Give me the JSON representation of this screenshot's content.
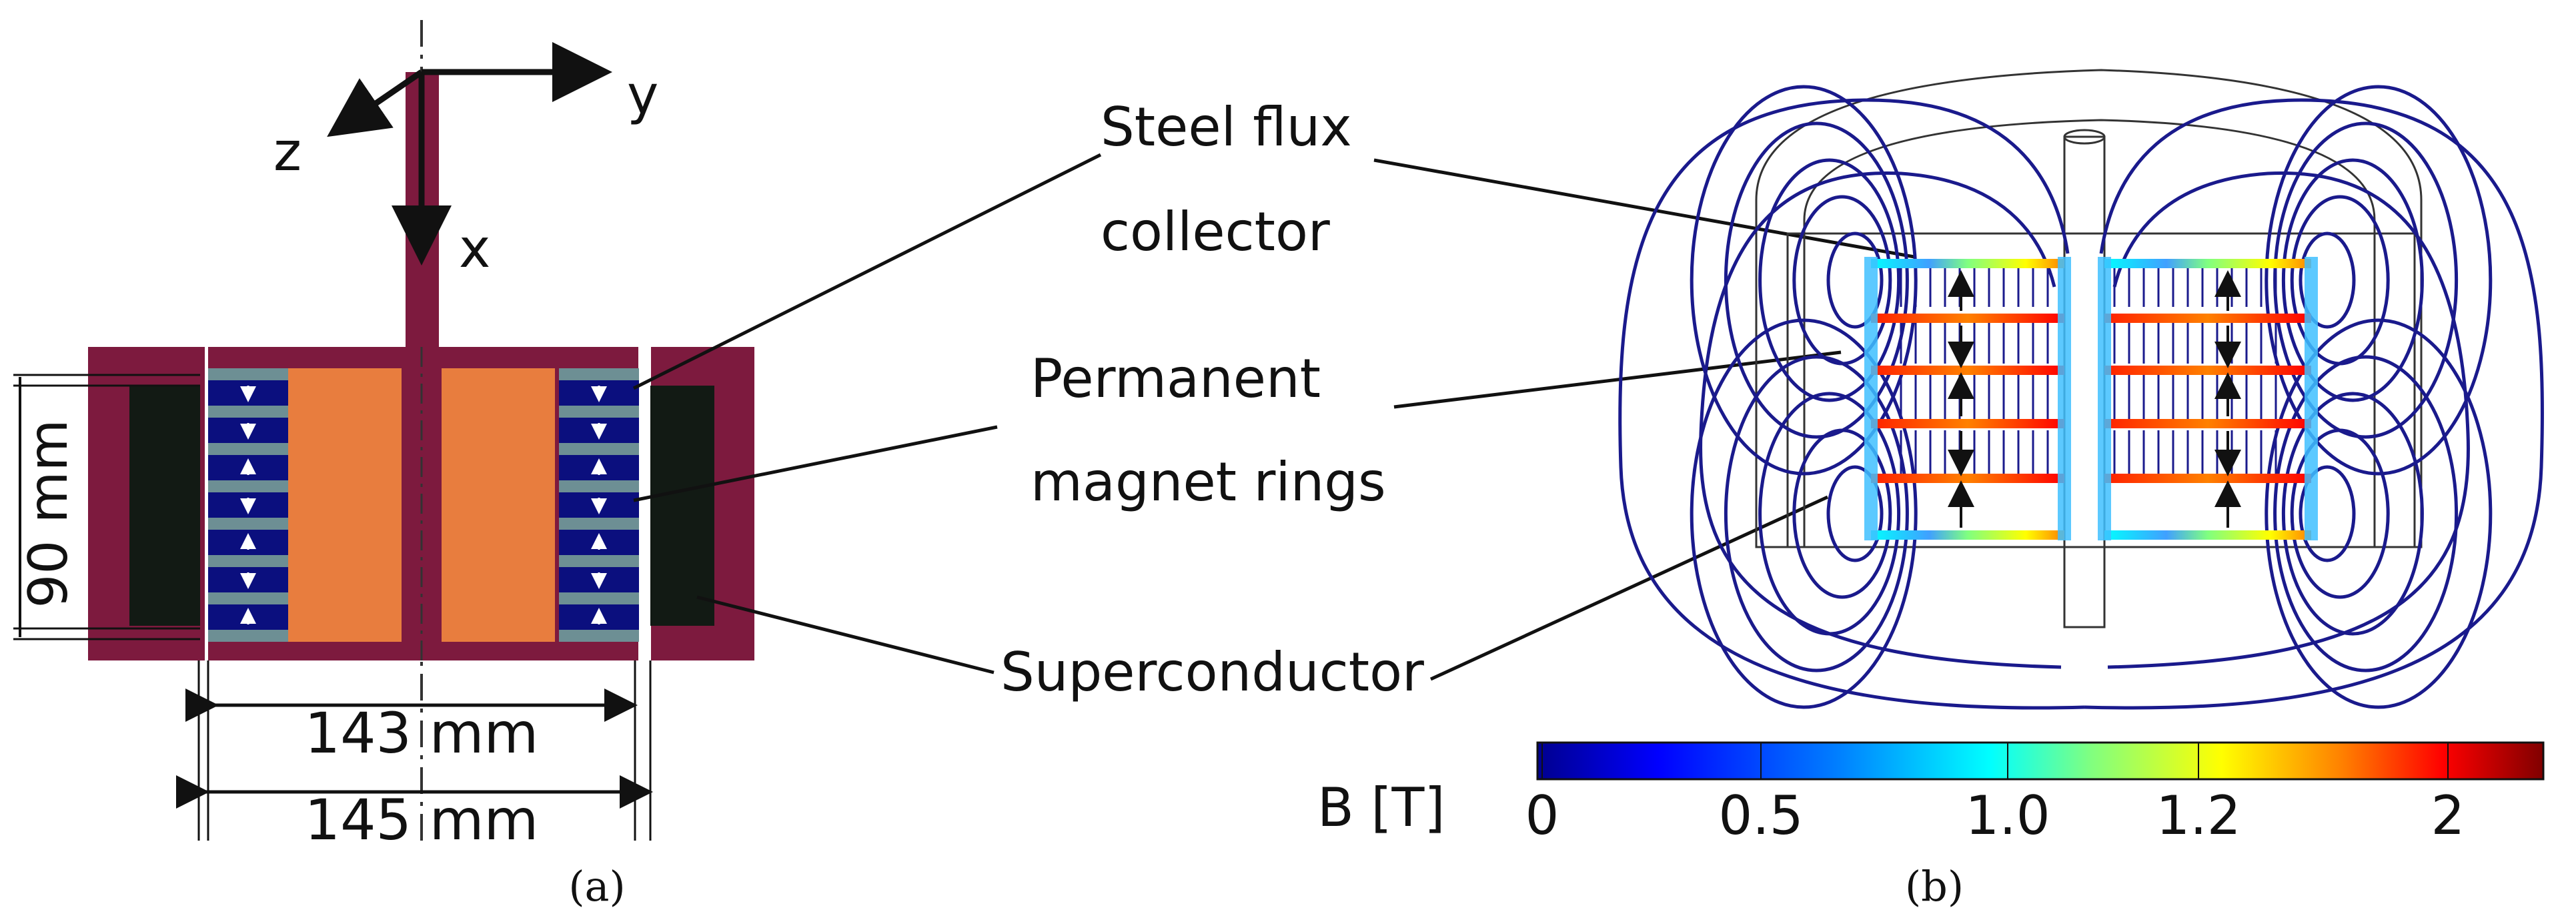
{
  "panel_a": {
    "caption": "(a)",
    "axes": {
      "x": "x",
      "y": "y",
      "z": "z"
    },
    "dim_height": "90 mm",
    "dim_inner": "143 mm",
    "dim_outer": "145 mm"
  },
  "panel_b": {
    "caption": "(b)",
    "colorbar": {
      "title": "B [T]",
      "ticks": [
        "0",
        "0.5",
        "1.0",
        "1.2",
        "2"
      ],
      "colors": [
        "#00008f",
        "#0000ff",
        "#0080ff",
        "#00ffff",
        "#80ff80",
        "#ffff00",
        "#ff8000",
        "#ff0000",
        "#800000"
      ]
    }
  },
  "callouts": {
    "steel_line1": "Steel flux",
    "steel_line2": "collector",
    "pm_line1": "Permanent",
    "pm_line2": "magnet rings",
    "sc": "Superconductor"
  },
  "colors": {
    "frame": "#7d1a3e",
    "superconductor": "#121a14",
    "magnet_blue": "#0b0f7e",
    "steel_gray": "#6d8f94",
    "core_orange": "#e87d3e",
    "field_line": "#1a1a8c"
  }
}
